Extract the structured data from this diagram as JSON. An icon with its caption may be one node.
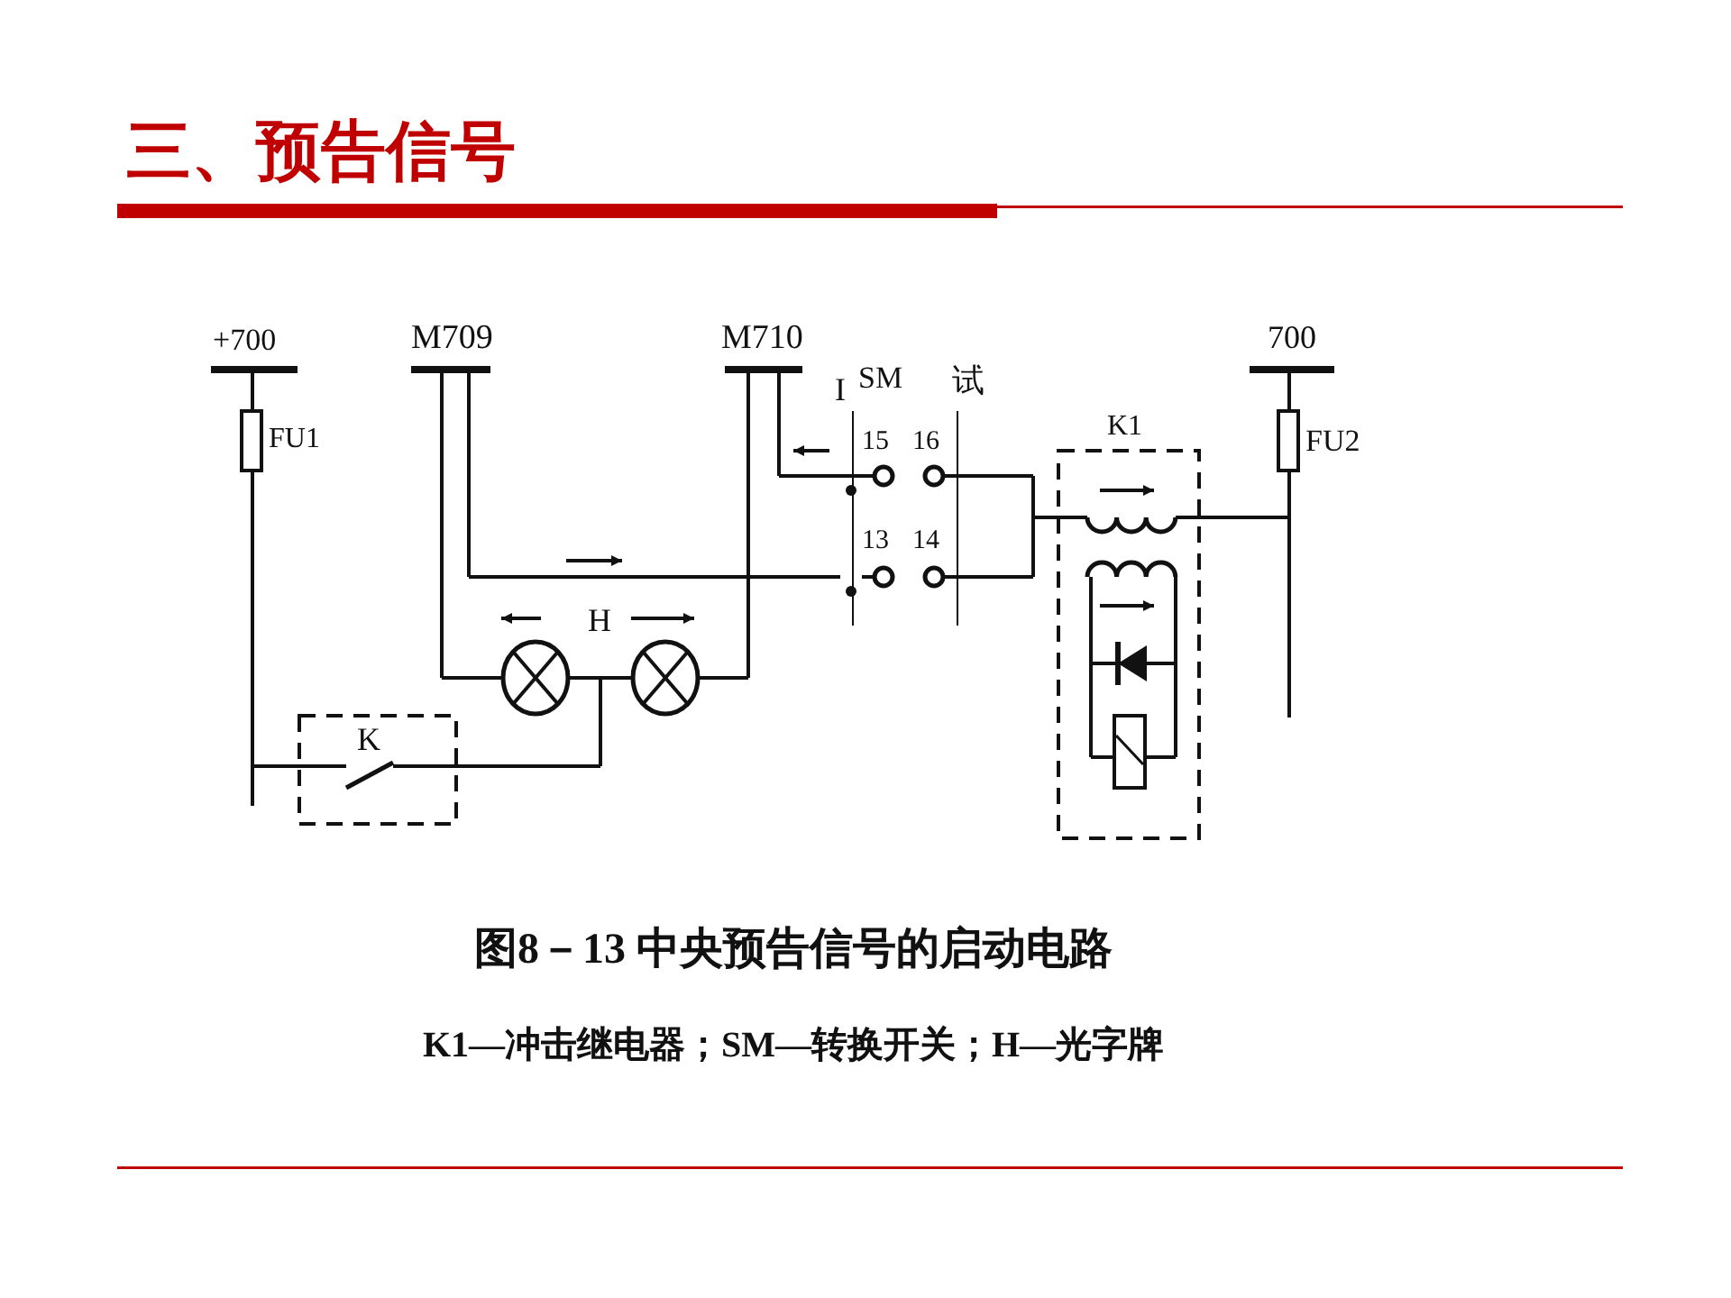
{
  "diagram": {
    "title": "三、预告信号",
    "caption": "图8－13 中央预告信号的启动电路",
    "labels": [
      "+700",
      "M709",
      "M710",
      "FU1",
      "H",
      "K",
      "I",
      "SM",
      "试",
      "15",
      "16",
      "13",
      "14",
      "K1",
      "700",
      "FU2",
      "K1—冲击继电器；SM—转换开关；H—光字牌"
    ]
  }
}
